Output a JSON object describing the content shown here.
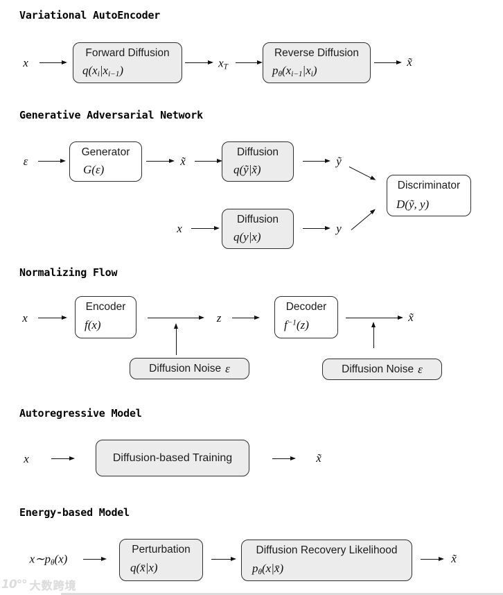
{
  "colors": {
    "box_fill": "#ececec",
    "box_white": "#ffffff",
    "border": "#2e2e2e",
    "arrow": "#121212",
    "watermark": "#dcdcdc"
  },
  "vae": {
    "heading": "Variational AutoEncoder",
    "input": [
      [
        "x"
      ]
    ],
    "forward_box": {
      "title": "Forward Diffusion",
      "formula": [
        [
          "q(x"
        ],
        [
          "i",
          "sub"
        ],
        [
          "|x"
        ],
        [
          "i−1",
          "sub"
        ],
        [
          ")"
        ]
      ]
    },
    "mid": [
      [
        "x"
      ],
      [
        "T",
        "sub"
      ]
    ],
    "reverse_box": {
      "title": "Reverse Diffusion",
      "formula": [
        [
          "p"
        ],
        [
          "θ",
          "sub"
        ],
        [
          "(x"
        ],
        [
          "i−1",
          "sub"
        ],
        [
          "|x"
        ],
        [
          "i",
          "sub"
        ],
        [
          ")"
        ]
      ]
    },
    "output": [
      [
        "x̃"
      ]
    ]
  },
  "gan": {
    "heading": "Generative Adversarial Network",
    "input": [
      [
        "ε"
      ]
    ],
    "generator_box": {
      "title": "Generator",
      "formula": [
        [
          "G(ε)"
        ]
      ]
    },
    "mid": [
      [
        "x̃"
      ]
    ],
    "diffusion_fake_box": {
      "title": "Diffusion",
      "formula": [
        [
          "q(ỹ|x̃)"
        ]
      ]
    },
    "fake_label": [
      [
        "ỹ"
      ]
    ],
    "real_input": [
      [
        "x"
      ]
    ],
    "diffusion_real_box": {
      "title": "Diffusion",
      "formula": [
        [
          "q(y|x)"
        ]
      ]
    },
    "real_label": [
      [
        "y"
      ]
    ],
    "discriminator_box": {
      "title": "Discriminator",
      "formula": [
        [
          "D(ỹ, y)"
        ]
      ]
    }
  },
  "nf": {
    "heading": "Normalizing Flow",
    "input": [
      [
        "x"
      ]
    ],
    "encoder_box": {
      "title": "Encoder",
      "formula": [
        [
          "f(x)"
        ]
      ]
    },
    "latent": [
      [
        "z"
      ]
    ],
    "decoder_box": {
      "title": "Decoder",
      "formula": [
        [
          "f"
        ],
        [
          "−1",
          "sup"
        ],
        [
          "(z)"
        ]
      ]
    },
    "output": [
      [
        "x̃"
      ]
    ],
    "noise_box": {
      "label": "Diffusion Noise",
      "symbol": "ε"
    }
  },
  "ar": {
    "heading": "Autoregressive Model",
    "input": [
      [
        "x"
      ]
    ],
    "box_label": "Diffusion-based Training",
    "output": [
      [
        "x̃"
      ]
    ]
  },
  "ebm": {
    "heading": "Energy-based Model",
    "input": [
      [
        "x∼p"
      ],
      [
        "θ",
        "sub"
      ],
      [
        "(x)"
      ]
    ],
    "perturbation_box": {
      "title": "Perturbation",
      "formula": [
        [
          "q(x̄|x)"
        ]
      ]
    },
    "recovery_box": {
      "title": "Diffusion Recovery Likelihood",
      "formula": [
        [
          "p"
        ],
        [
          "θ",
          "sub"
        ],
        [
          "(x|x̄)"
        ]
      ]
    },
    "output": [
      [
        "x̃"
      ]
    ]
  },
  "watermark": {
    "logo": "10°°",
    "text": "大数跨境"
  }
}
